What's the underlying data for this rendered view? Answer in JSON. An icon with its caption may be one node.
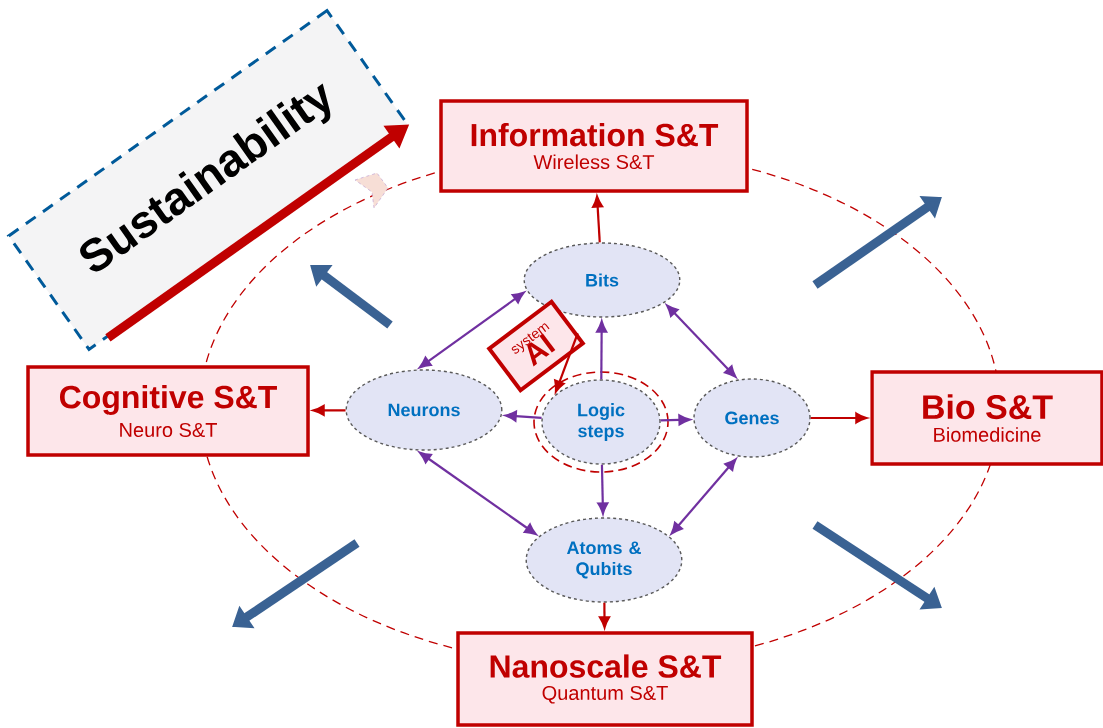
{
  "diagram": {
    "nodes": [
      {
        "text": [
          "Sustainability"
        ]
      },
      {
        "text": [
          "Information S&T",
          "Wireless S&T"
        ]
      },
      {
        "text": [
          "Cognitive S&T",
          "Neuro S&T"
        ]
      },
      {
        "text": [
          "Bio S&T",
          "Biomedicine"
        ]
      },
      {
        "text": [
          "Nanoscale S&T",
          "Quantum S&T"
        ]
      },
      {
        "text": [
          "Bits"
        ]
      },
      {
        "text": [
          "Neurons"
        ]
      },
      {
        "text": [
          "Logic steps"
        ]
      },
      {
        "text": [
          "Genes"
        ]
      },
      {
        "text": [
          "Atoms & Qubits"
        ]
      },
      {
        "text": [
          "system",
          "AI"
        ]
      }
    ],
    "edges": [
      {
        "from": 5,
        "to": 6,
        "arrow": "both"
      },
      {
        "from": 5,
        "to": 8,
        "arrow": "both"
      },
      {
        "from": 6,
        "to": 9,
        "arrow": "both"
      },
      {
        "from": 8,
        "to": 9,
        "arrow": "both"
      },
      {
        "from": 7,
        "to": 5,
        "arrow": "to"
      },
      {
        "from": 7,
        "to": 6,
        "arrow": "to"
      },
      {
        "from": 7,
        "to": 8,
        "arrow": "to"
      },
      {
        "from": 7,
        "to": 9,
        "arrow": "to"
      },
      {
        "from": 5,
        "to": 1,
        "arrow": "to",
        "color": "#c00000"
      },
      {
        "from": 6,
        "to": 2,
        "arrow": "to",
        "color": "#c00000"
      },
      {
        "from": 8,
        "to": 3,
        "arrow": "to",
        "color": "#c00000"
      },
      {
        "from": 9,
        "to": 4,
        "arrow": "to",
        "color": "#c00000"
      },
      {
        "from": 10,
        "to": 7,
        "arrow": "to",
        "color": "#c00000"
      }
    ]
  }
}
